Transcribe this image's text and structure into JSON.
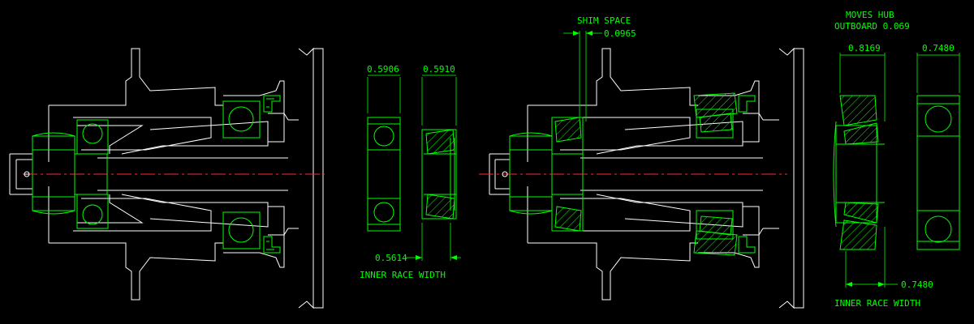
{
  "colors": {
    "background": "#000000",
    "outline": "#ffffff",
    "bearing": "#00ff00",
    "centerline": "#ff2a2a"
  },
  "left_dims": {
    "ball_width": "0.5906",
    "taper_width": "0.5910",
    "inner_race": "0.5614",
    "inner_race_label": "INNER RACE WIDTH"
  },
  "right_dims": {
    "shim_label": "SHIM SPACE",
    "shim_value": "0.0965",
    "moves_line1": "MOVES HUB",
    "moves_line2": "OUTBOARD 0.069",
    "taper_width": "0.8169",
    "ball_width": "0.7480",
    "inner_race": "0.7480",
    "inner_race_label": "INNER RACE WIDTH"
  }
}
